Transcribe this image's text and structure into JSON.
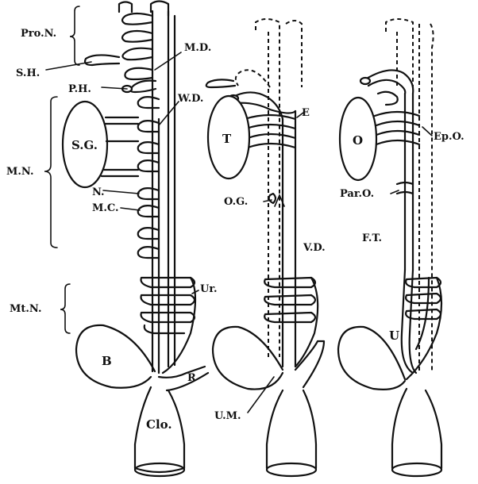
{
  "labels": {
    "pro_n": "Pro.N.",
    "s_h": "S.H.",
    "m_d": "M.D.",
    "p_h": "P.H.",
    "w_d": "W.D.",
    "s_g": "S.G.",
    "m_n": "M.N.",
    "n": "N.",
    "m_c": "M.C.",
    "mt_n": "Mt.N.",
    "ur": "Ur.",
    "b": "B",
    "r": "R",
    "clo": "Clo.",
    "t": "T",
    "e": "E",
    "o_g": "O.G.",
    "v_d": "V.D.",
    "u_m": "U.M.",
    "o": "O",
    "ep_o": "Ep.O.",
    "par_o": "Par.O.",
    "f_t": "F.T.",
    "u": "U"
  }
}
